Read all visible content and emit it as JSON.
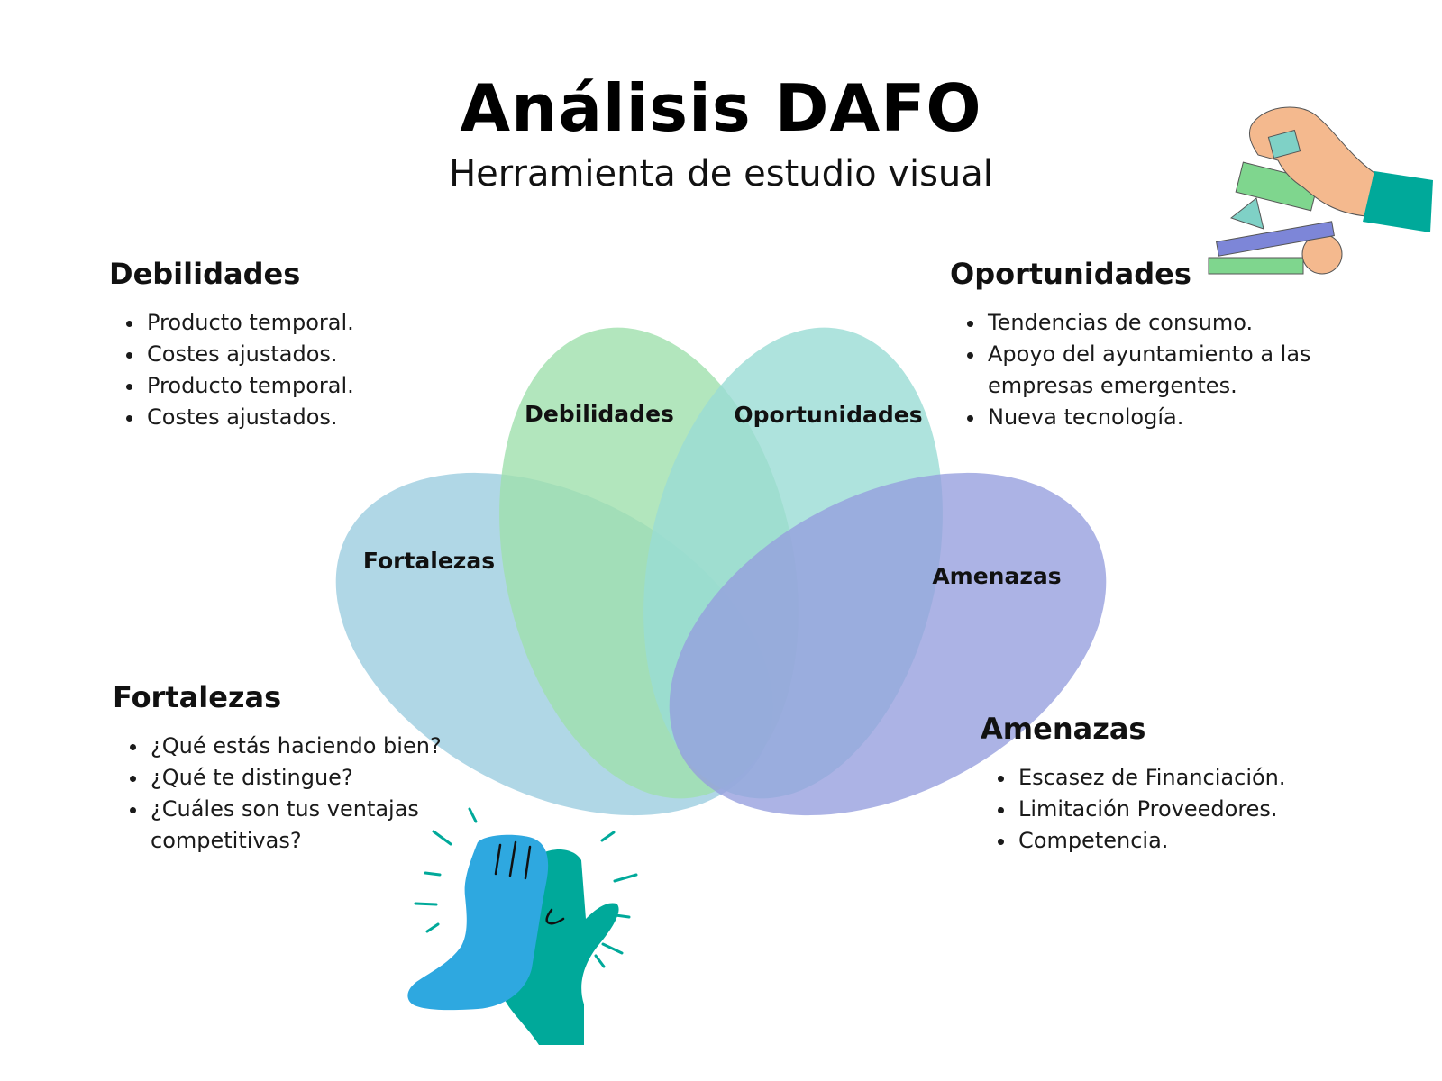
{
  "title": "Análisis DAFO",
  "subtitle": "Herramienta de estudio visual",
  "colors": {
    "fortalezas": "#9ccde0",
    "debilidades": "#9fe0ac",
    "oportunidades": "#9adcd4",
    "amenazas": "#959ede"
  },
  "petals": {
    "debilidades": "Debilidades",
    "oportunidades": "Oportunidades",
    "fortalezas": "Fortalezas",
    "amenazas": "Amenazas"
  },
  "sections": {
    "debilidades": {
      "heading": "Debilidades",
      "items": [
        "Producto temporal.",
        "Costes ajustados.",
        "Producto temporal.",
        "Costes ajustados."
      ]
    },
    "oportunidades": {
      "heading": "Oportunidades",
      "items": [
        "Tendencias de consumo.",
        "Apoyo del ayuntamiento a las empresas emergentes.",
        "Nueva tecnología."
      ]
    },
    "fortalezas": {
      "heading": "Fortalezas",
      "items": [
        "¿Qué estás haciendo bien?",
        "¿Qué te distingue?",
        "¿Cuáles son tus ventajas competitivas?"
      ]
    },
    "amenazas": {
      "heading": "Amenazas",
      "items": [
        "Escasez de Financiación.",
        "Limitación Proveedores.",
        "Competencia."
      ]
    }
  },
  "icons": {
    "top_right": "hand-stacking-blocks-icon",
    "bottom_left": "high-five-icon"
  }
}
